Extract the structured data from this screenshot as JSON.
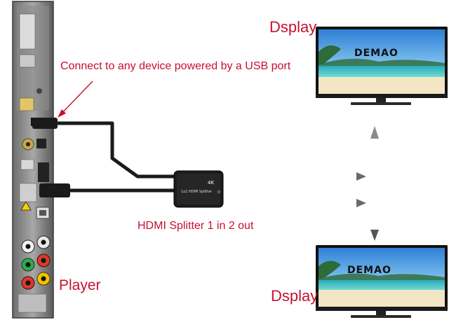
{
  "labels": {
    "display_top": "Dsplay",
    "display_bottom": "Dsplay",
    "connect_note": "Connect to any device powered by a USB port",
    "splitter_caption": "HDMI Splitter 1 in 2 out",
    "player": "Player"
  },
  "devices": {
    "tv_screen_brand_top": "DEMAO",
    "tv_screen_brand_bottom": "DEMAO",
    "splitter_model": "1x2 HDMI Splitter",
    "splitter_badge": "4K"
  },
  "colors": {
    "label_red": "#c8102e",
    "arrow_grey": "#8a8a8a"
  }
}
